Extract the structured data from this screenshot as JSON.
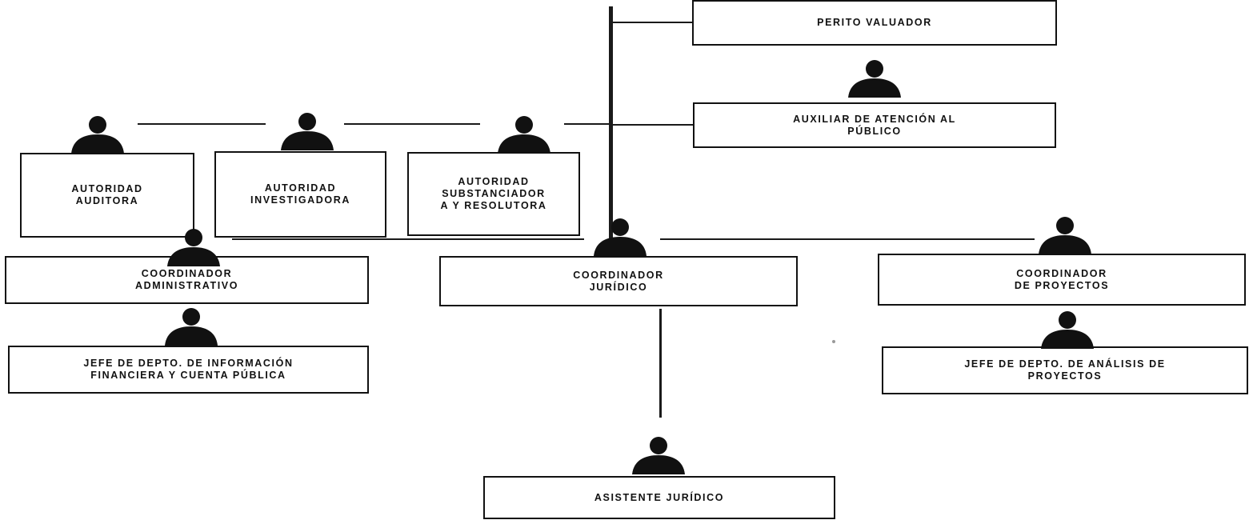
{
  "positions": {
    "perito_valuador": "PERITO VALUADOR",
    "auxiliar_atencion": "AUXILIAR DE ATENCIÓN AL\nPÚBLICO",
    "autoridad_auditora": "AUTORIDAD\nAUDITORA",
    "autoridad_investigadora": "AUTORIDAD\nINVESTIGADORA",
    "autoridad_substanciadora": "AUTORIDAD\nSUBSTANCIADOR\nA Y RESOLUTORA",
    "coordinador_administrativo": "COORDINADOR\nADMINISTRATIVO",
    "coordinador_juridico": "COORDINADOR\nJURÍDICO",
    "coordinador_proyectos": "COORDINADOR\nDE PROYECTOS",
    "jefe_informacion": "JEFE DE DEPTO. DE INFORMACIÓN\nFINANCIERA Y CUENTA PÚBLICA",
    "jefe_analisis": "JEFE DE DEPTO. DE ANÁLISIS DE\nPROYECTOS",
    "asistente_juridico": "ASISTENTE JURÍDICO"
  },
  "icons": {
    "person": "person-silhouette-icon"
  },
  "colors": {
    "ink": "#111111",
    "background": "#ffffff"
  }
}
